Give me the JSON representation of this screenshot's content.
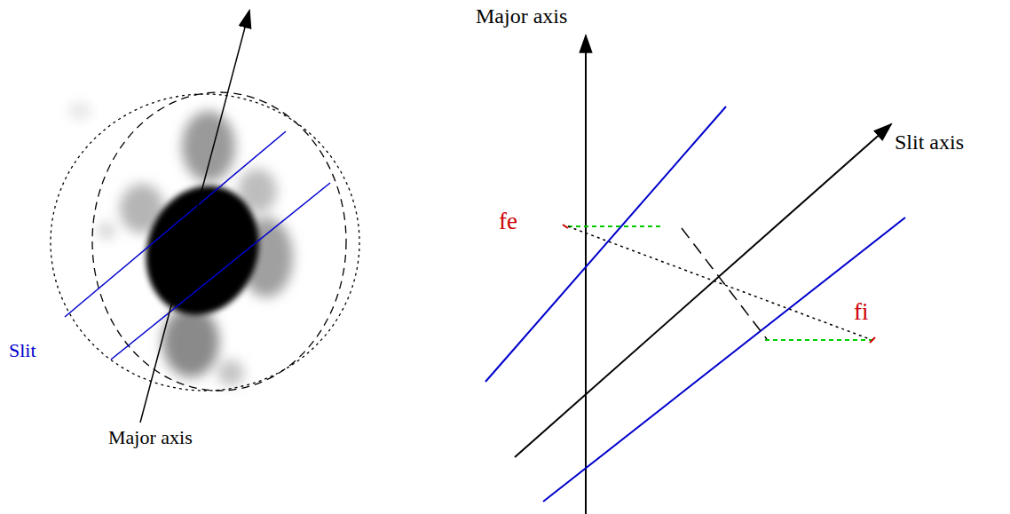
{
  "diagram": {
    "labels": [
      "Major axis",
      "Slit axis",
      "fe",
      "fi",
      "Slit",
      "Major axis"
    ]
  }
}
